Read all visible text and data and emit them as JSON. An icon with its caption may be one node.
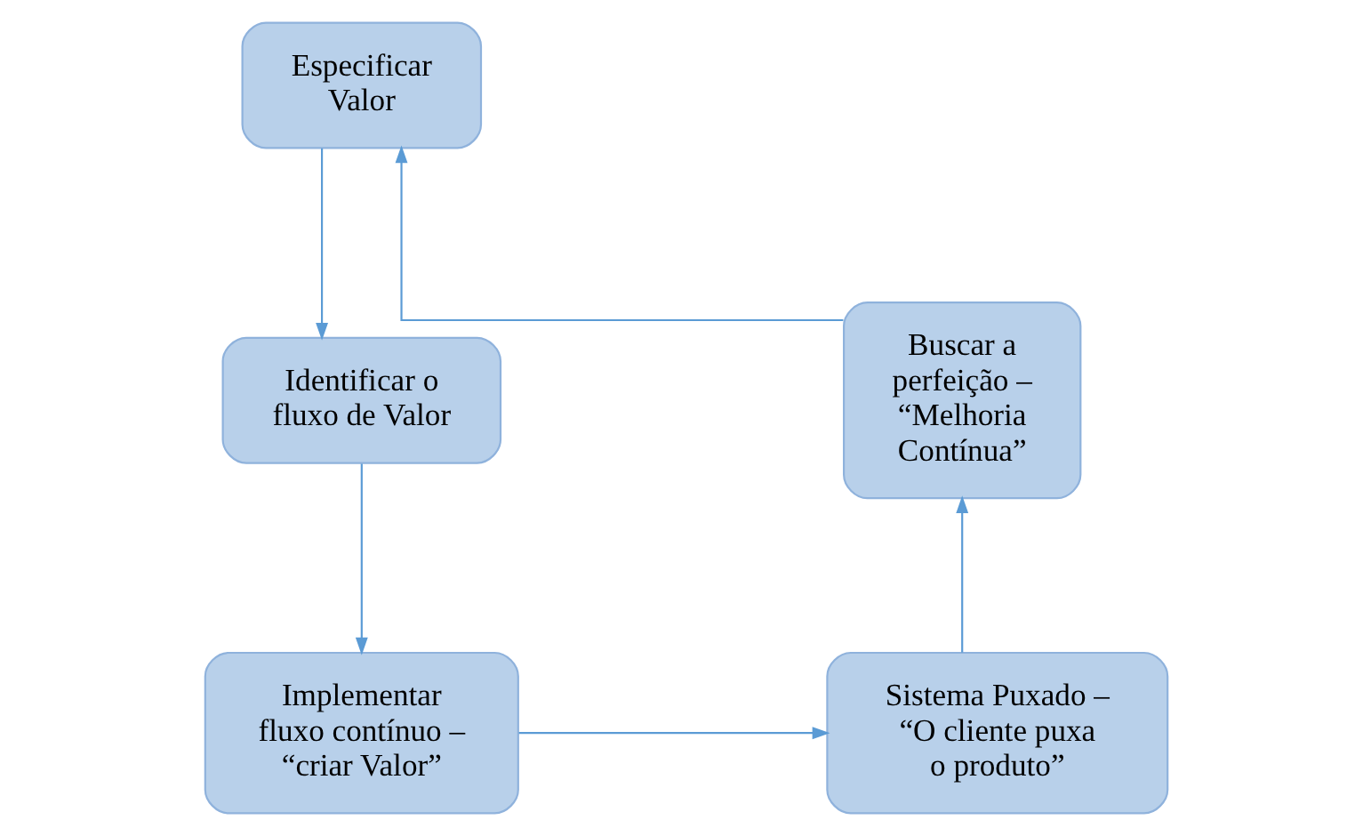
{
  "diagram": {
    "nodes": [
      {
        "text": [
          "Especificar Valor"
        ]
      },
      {
        "text": [
          "Identificar o fluxo de Valor"
        ]
      },
      {
        "text": [
          "Implementar fluxo contínuo – “criar Valor”"
        ]
      },
      {
        "text": [
          "Sistema Puxado – “O cliente puxa o produto”"
        ]
      },
      {
        "text": [
          "Buscar a perfeição – “Melhoria Contínua”"
        ]
      }
    ],
    "edges": [
      {
        "from": 0,
        "to": 1,
        "arrow": "to"
      },
      {
        "from": 1,
        "to": 2,
        "arrow": "to"
      },
      {
        "from": 2,
        "to": 3,
        "arrow": "to"
      },
      {
        "from": 3,
        "to": 4,
        "arrow": "to"
      },
      {
        "from": 4,
        "to": 0,
        "arrow": "to"
      }
    ]
  }
}
